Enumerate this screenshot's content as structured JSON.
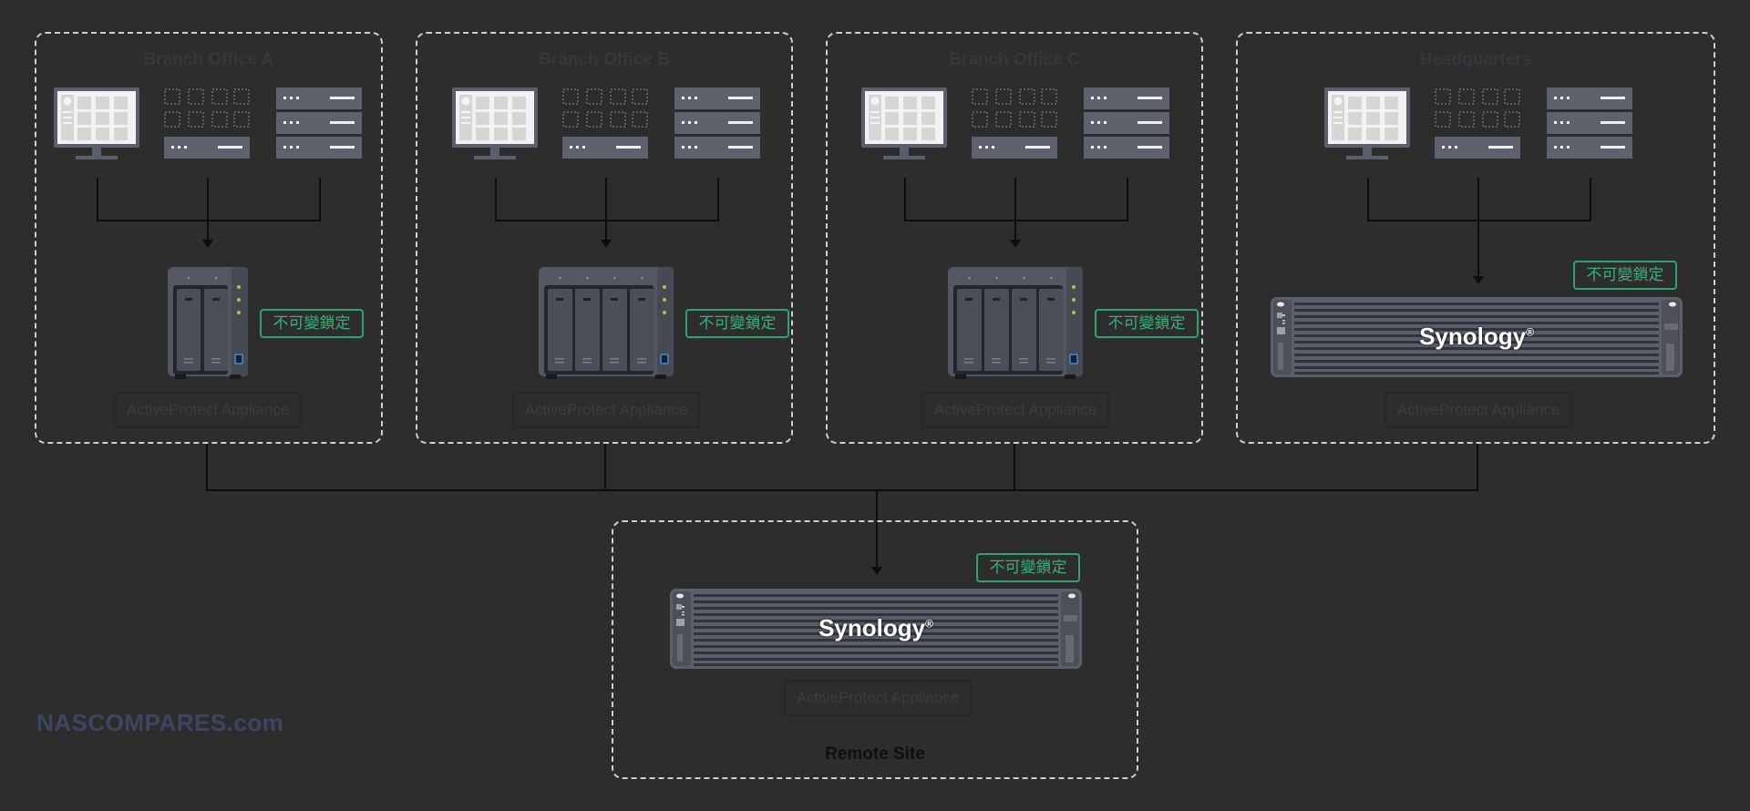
{
  "diagram": {
    "sites": [
      {
        "title": "Branch Office A",
        "appliance_label": "ActiveProtect Appliance",
        "badge": "不可變鎖定",
        "nas_bays": 2
      },
      {
        "title": "Branch Office B",
        "appliance_label": "ActiveProtect Appliance",
        "badge": "不可變鎖定",
        "nas_bays": 4
      },
      {
        "title": "Branch Office C",
        "appliance_label": "ActiveProtect Appliance",
        "badge": "不可變鎖定",
        "nas_bays": 4
      },
      {
        "title": "Headquarters",
        "appliance_label": "ActiveProtect Appliance",
        "badge": "不可變鎖定",
        "device": "rack"
      }
    ],
    "remote": {
      "title": "Remote Site",
      "appliance_label": "ActiveProtect Appliance",
      "badge": "不可變鎖定",
      "brand": "Synology",
      "brand_mark": "®"
    },
    "hq_brand": "Synology",
    "hq_brand_mark": "®",
    "watermark": "NASCOMPARES.com",
    "colors": {
      "background": "#2d2d2d",
      "badge": "#2fa36f",
      "device": "#5a5f69",
      "wire": "#0d0d0d"
    }
  }
}
